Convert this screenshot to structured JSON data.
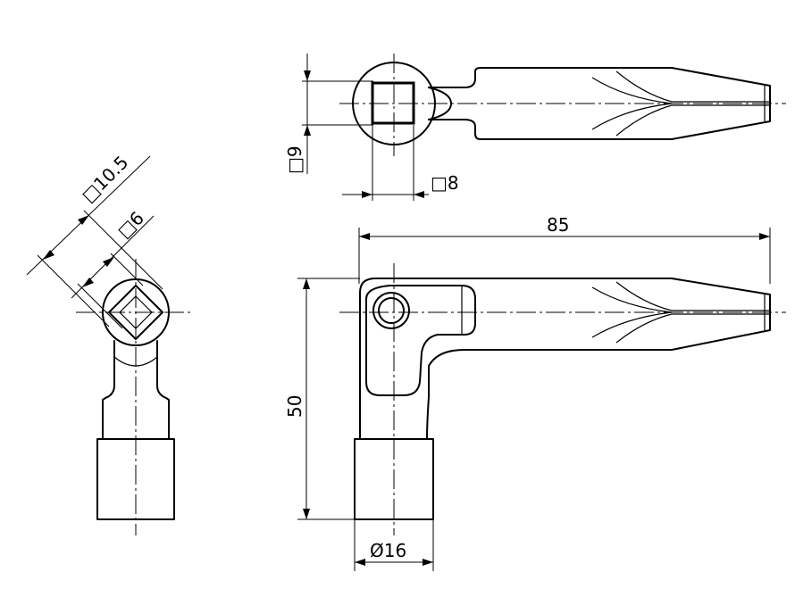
{
  "drawing": {
    "dimensions": {
      "overall_length": "85",
      "overall_height": "50",
      "sleeve_diameter": "Ø16",
      "square_top_width": "□8",
      "square_top_height": "□9",
      "square_outer": "□10.5",
      "square_inner": "□6"
    }
  }
}
